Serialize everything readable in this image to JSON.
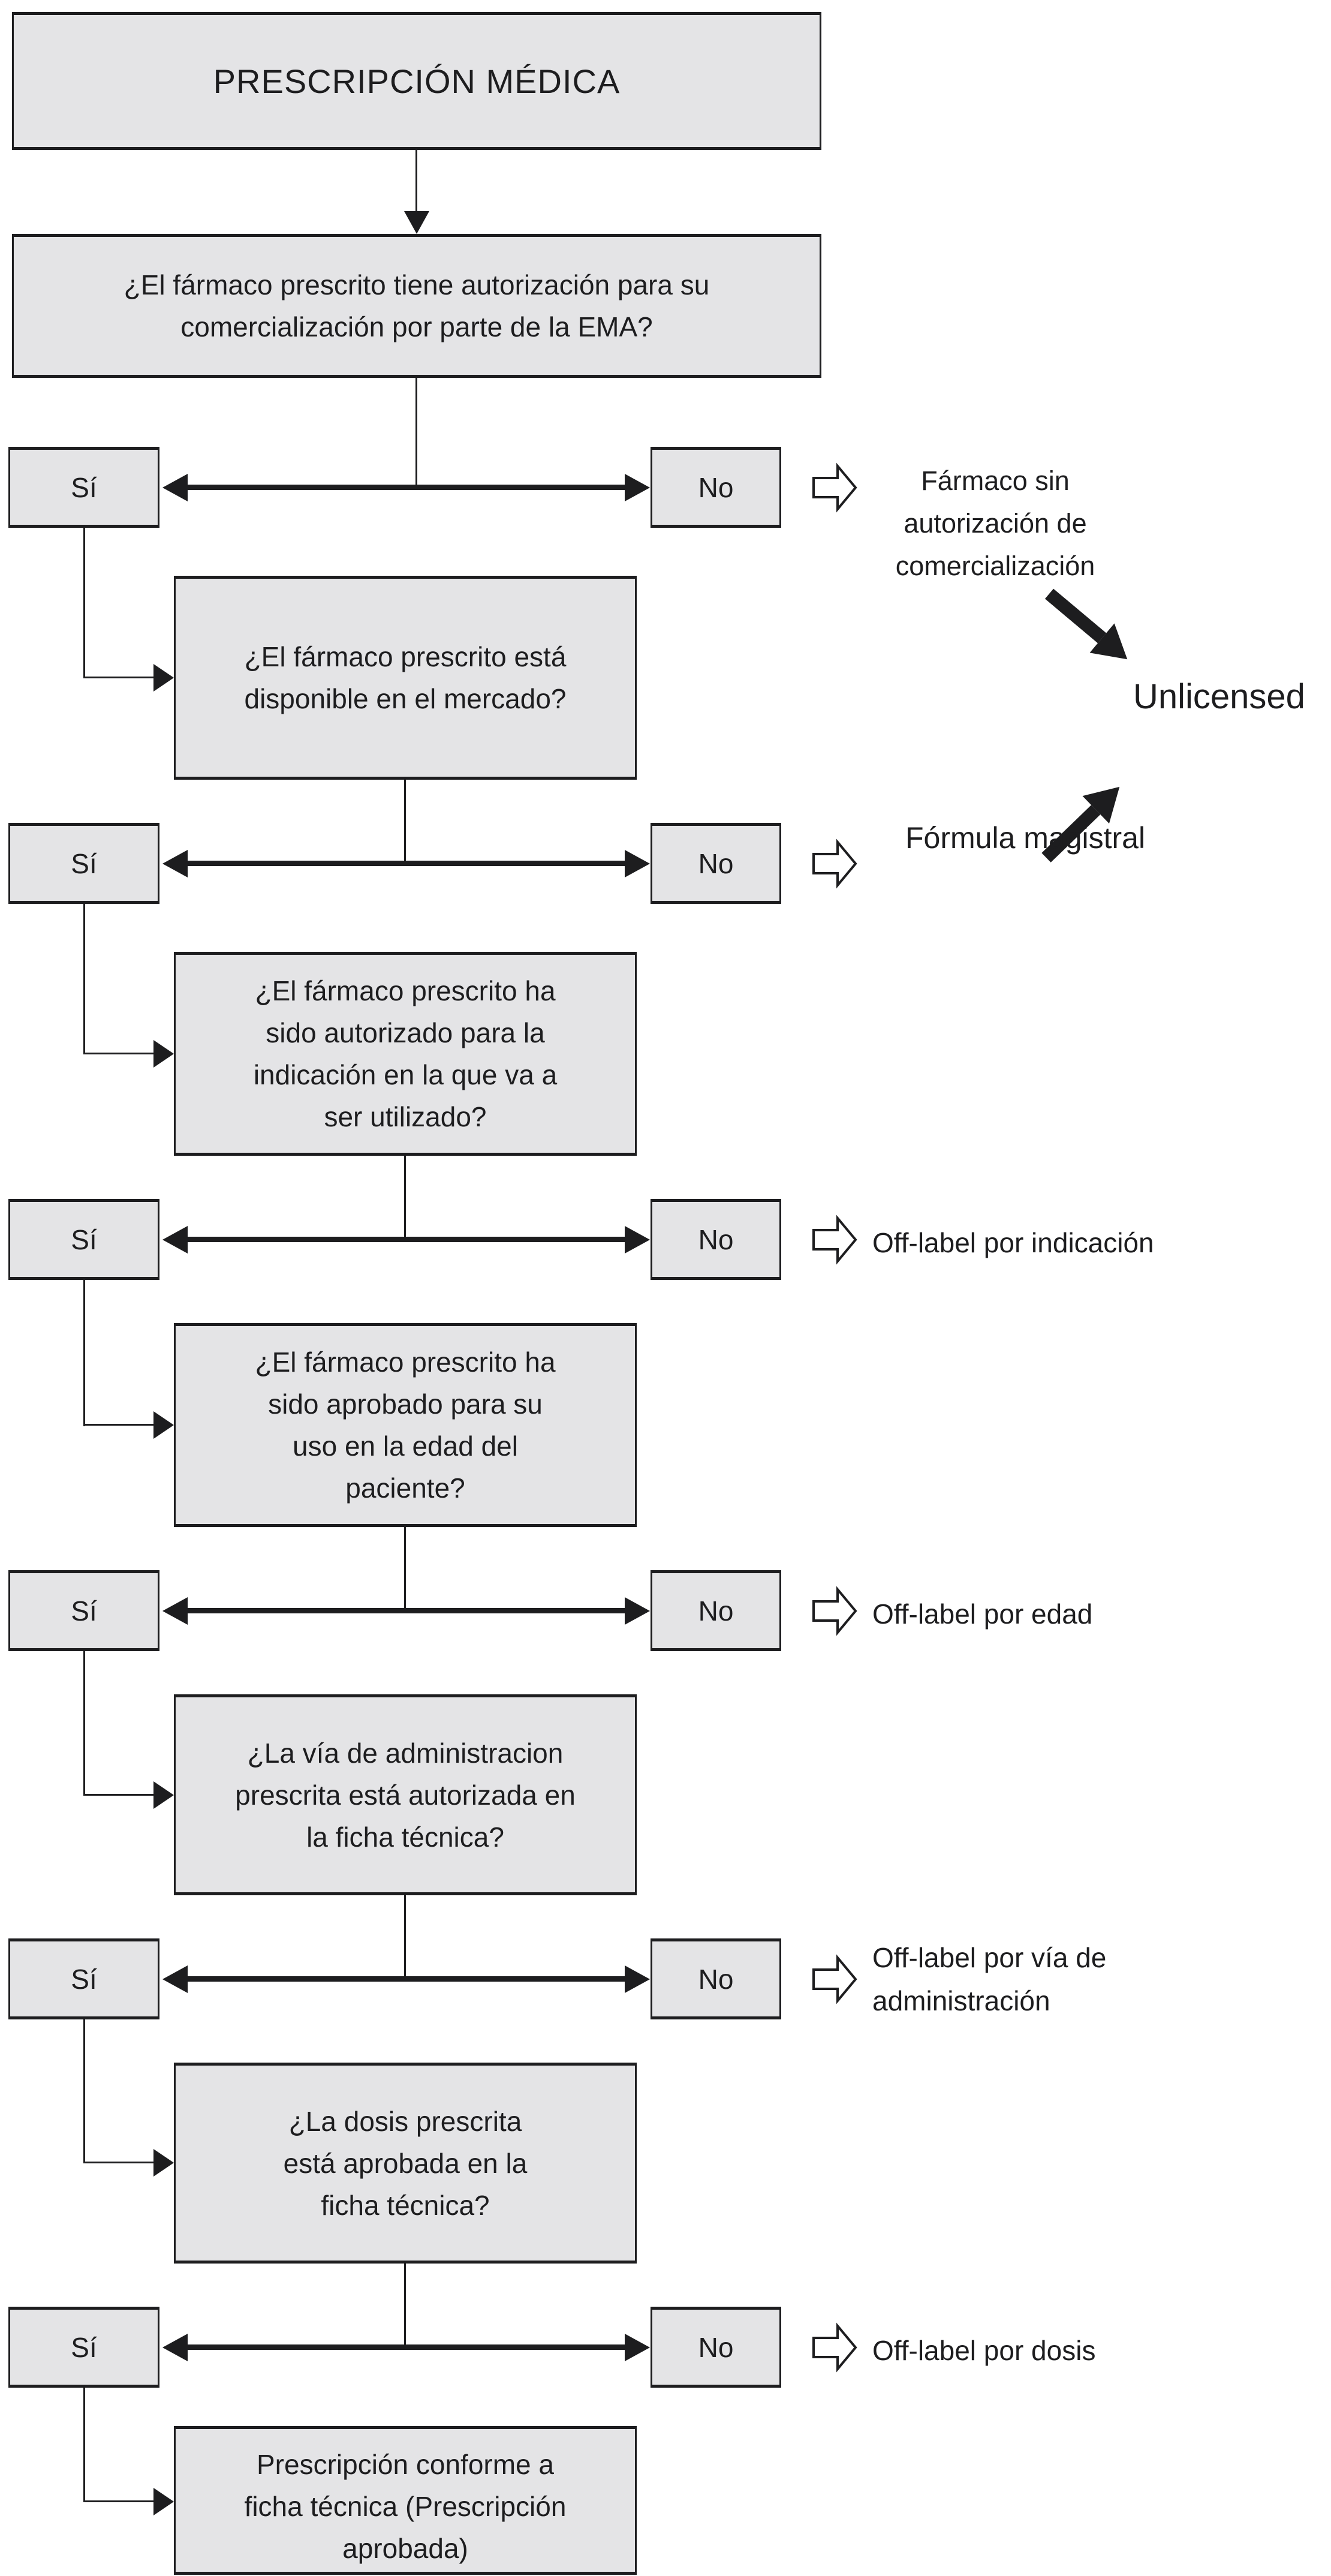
{
  "flowchart": {
    "title": "PRESCRIPCIÓN MÉDICA",
    "yes": "Sí",
    "no": "No",
    "unlicensed": "Unlicensed",
    "questions": [
      "¿El fármaco prescrito tiene autorización para su comercialización por parte de la EMA?",
      "¿El fármaco prescrito está disponible en el mercado?",
      "¿El fármaco prescrito ha sido autorizado para la indicación en la que va a ser utilizado?",
      "¿El fármaco prescrito ha sido aprobado para su uso en la edad del paciente?",
      "¿La vía de administracion prescrita está autorizada en la ficha técnica?",
      "¿La dosis prescrita está aprobada en la ficha técnica?"
    ],
    "no_outcomes": [
      "Fármaco sin autorización de comercialización",
      "Fórmula magistral",
      "Off-label por indicación",
      "Off-label por edad",
      "Off-label por vía de administración",
      "Off-label por dosis"
    ],
    "final": "Prescripción conforme a ficha técnica (Prescripción aprobada)",
    "colors": {
      "box_fill": "#e4e4e6",
      "line": "#1d1d1f"
    }
  }
}
